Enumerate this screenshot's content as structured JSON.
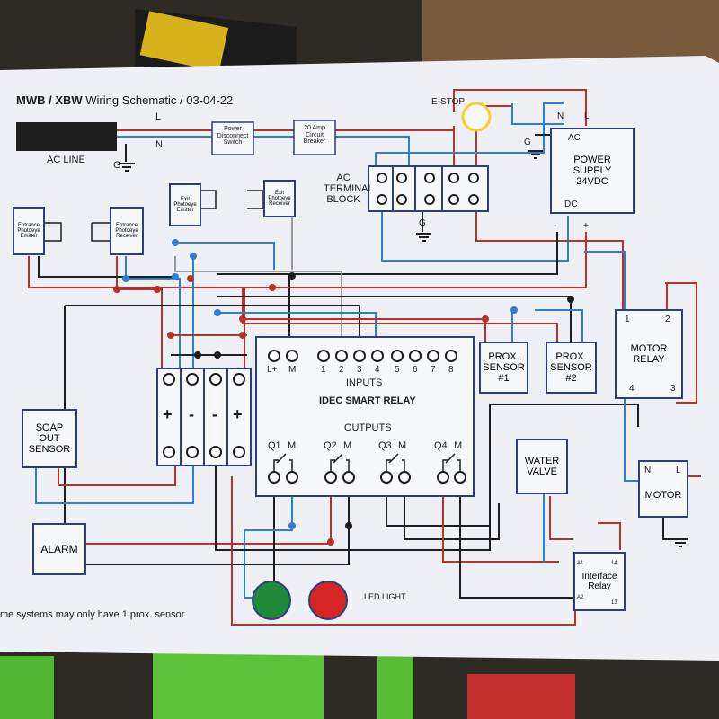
{
  "title": {
    "bold": "MWB / XBW",
    "rest": " Wiring Schematic / 03-04-22"
  },
  "ac_line": {
    "label": "AC LINE",
    "L": "L",
    "N": "N",
    "G": "G"
  },
  "power_disconnect": [
    "Power",
    "Disconnect",
    "Switch"
  ],
  "breaker": [
    "20 Amp",
    "Circuit",
    "Breaker"
  ],
  "estop": "E-STOP",
  "ac_terminal_block": [
    "AC",
    "TERMINAL",
    "BLOCK"
  ],
  "power_supply": {
    "lines": [
      "POWER",
      "SUPPLY",
      "24VDC"
    ],
    "ac": "AC",
    "dc": "DC",
    "N": "N",
    "L": "L",
    "G": "G",
    "minus": "-",
    "plus": "+"
  },
  "entrance_emitter": [
    "Entrance",
    "Photoeye",
    "Emitter"
  ],
  "entrance_receiver": [
    "Entrance",
    "Photoeye",
    "Receiver"
  ],
  "exit_emitter": [
    "Exit",
    "Photoeye",
    "Emitter"
  ],
  "exit_receiver": [
    "Exit",
    "Photoeye",
    "Receiver"
  ],
  "soap_sensor": [
    "SOAP",
    "OUT",
    "SENSOR"
  ],
  "alarm": "ALARM",
  "dc_terminals": [
    "+",
    "-",
    "-",
    "+"
  ],
  "relay": {
    "input_labels": [
      "L+",
      "M",
      "1",
      "2",
      "3",
      "4",
      "5",
      "6",
      "7",
      "8"
    ],
    "inputs": "INPUTS",
    "name": "IDEC SMART RELAY",
    "outputs": "OUTPUTS",
    "output_labels": [
      "Q1",
      "M",
      "Q2",
      "M",
      "Q3",
      "M",
      "Q4",
      "M"
    ]
  },
  "prox1": [
    "PROX.",
    "SENSOR",
    "#1"
  ],
  "prox2": [
    "PROX.",
    "SENSOR",
    "#2"
  ],
  "motor_relay": {
    "name": [
      "MOTOR",
      "RELAY"
    ],
    "p1": "1",
    "p2": "2",
    "p3": "3",
    "p4": "4"
  },
  "motor": {
    "name": "MOTOR",
    "N": "N",
    "L": "L"
  },
  "water_valve": [
    "WATER",
    "VALVE"
  ],
  "interface_relay": {
    "name": [
      "Interface",
      "Relay"
    ],
    "a1": "A1",
    "a2": "A2",
    "p14": "14",
    "p13": "13"
  },
  "led": "LED LIGHT",
  "footnote": "me systems may only have 1 prox. sensor",
  "colors": {
    "paper": "#eef0f6",
    "red": "#b5332a",
    "blue": "#2f7fd0",
    "black": "#1a1a1a",
    "grey": "#9a9a9a",
    "box": "#2d3e7a",
    "green_led": "#1f8a3a",
    "red_led": "#d42424"
  }
}
